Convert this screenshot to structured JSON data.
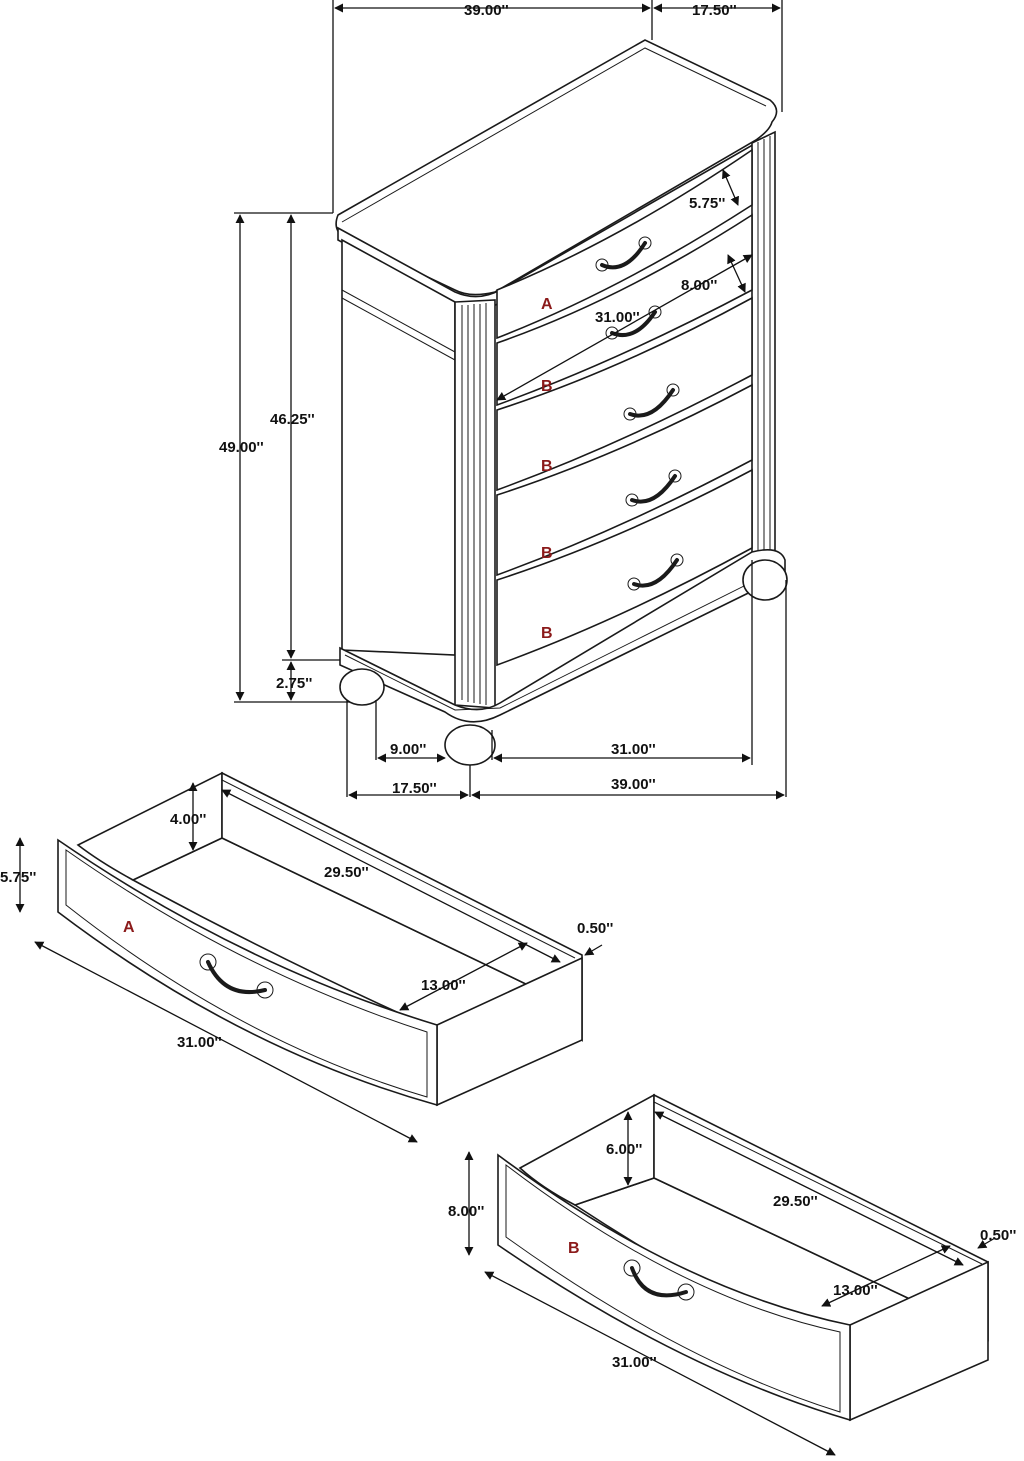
{
  "chest": {
    "width_top": "39.00''",
    "depth_top": "17.50''",
    "height_total": "49.00''",
    "height_case": "46.25''",
    "height_feet": "2.75''",
    "drawer_a_height": "5.75''",
    "drawer_b_height": "8.00''",
    "drawer_width": "31.00''",
    "foot_depth_inset": "9.00''",
    "foot_width_inset": "31.00''",
    "depth_bottom": "17.50''",
    "width_bottom": "39.00''",
    "drawer_labels": [
      "A",
      "B",
      "B",
      "B",
      "B"
    ]
  },
  "drawer_a": {
    "label": "A",
    "height": "5.75''",
    "inner_height": "4.00''",
    "depth": "29.50''",
    "inner_width": "13.00''",
    "side_thickness": "0.50''",
    "width": "31.00''"
  },
  "drawer_b": {
    "label": "B",
    "height": "8.00''",
    "inner_height": "6.00''",
    "depth": "29.50''",
    "inner_width": "13.00''",
    "side_thickness": "0.50''",
    "width": "31.00''"
  }
}
